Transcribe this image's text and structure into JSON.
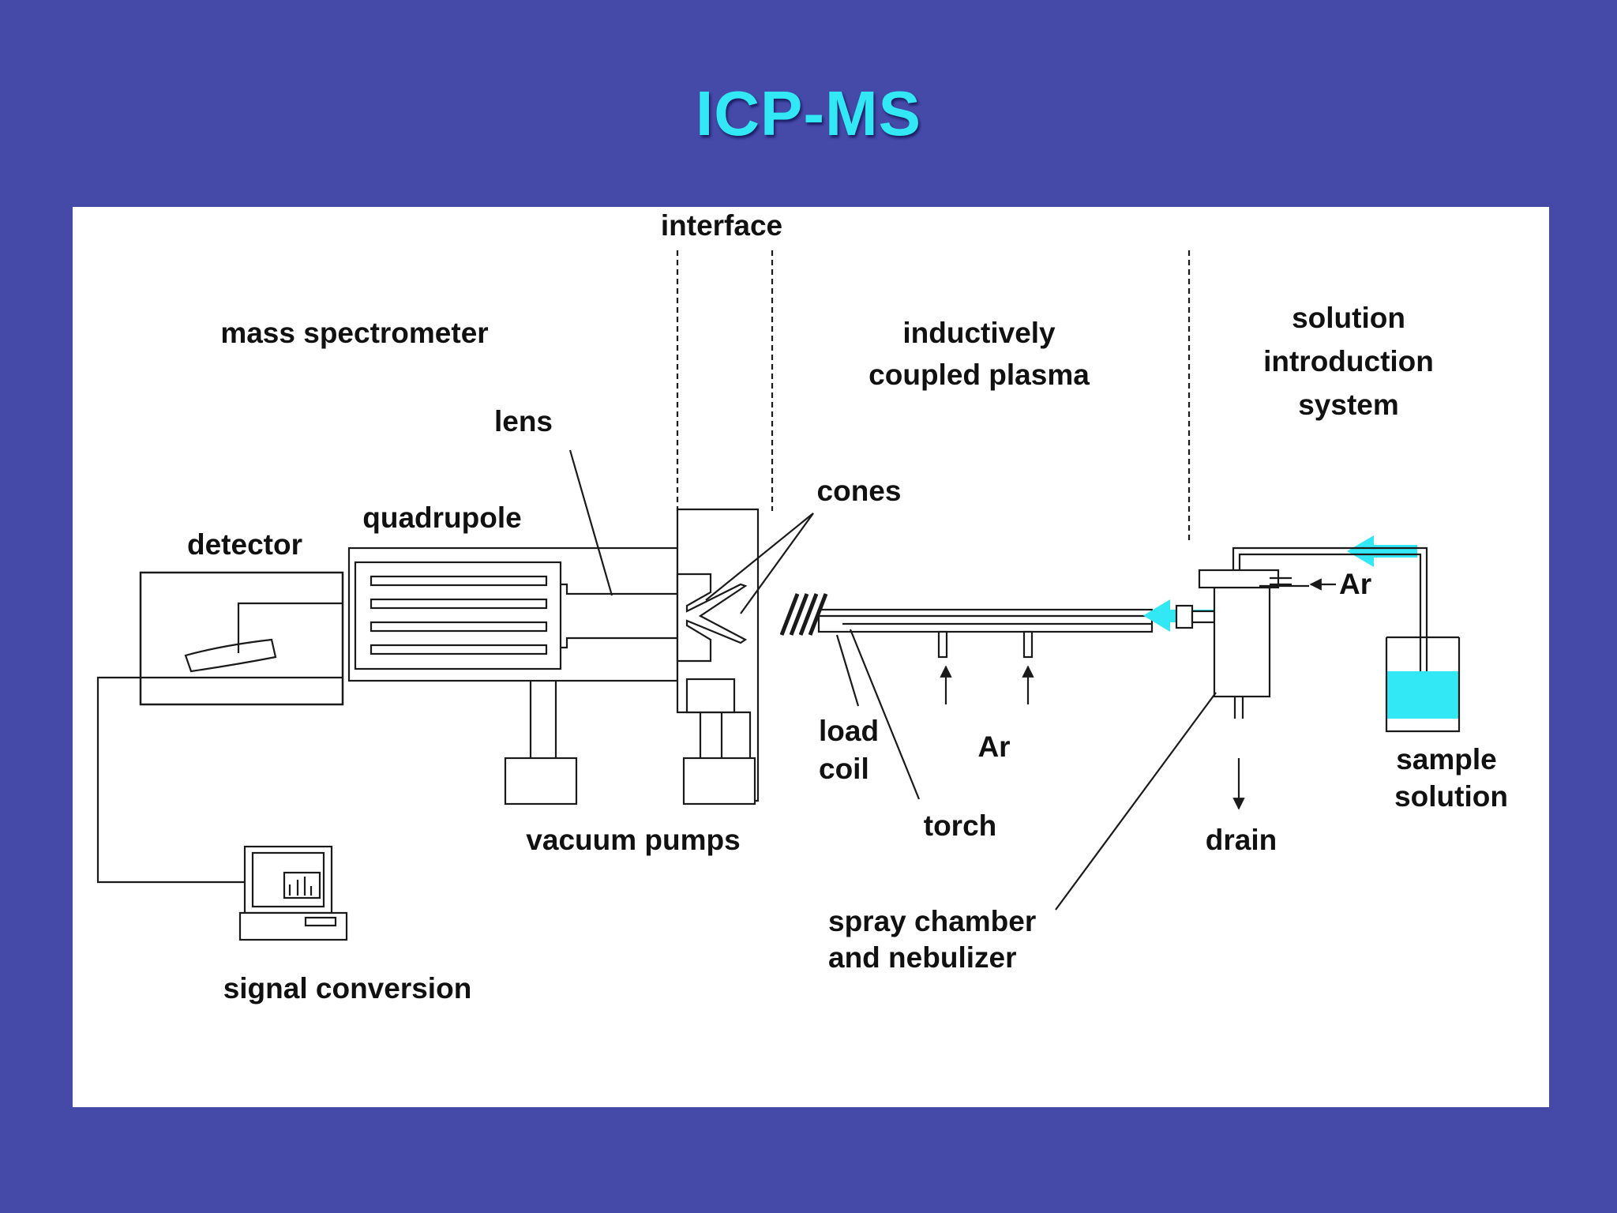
{
  "title": "ICP-MS",
  "colors": {
    "background": "#4549a8",
    "title": "#33e8f5",
    "accent": "#33e8f5",
    "panel": "#ffffff"
  },
  "labels": {
    "interface": "interface",
    "mass_spectrometer": "mass spectrometer",
    "icp_line1": "inductively",
    "icp_line2": "coupled plasma",
    "sis_line1": "solution",
    "sis_line2": "introduction",
    "sis_line3": "system",
    "lens": "lens",
    "cones": "cones",
    "quadrupole": "quadrupole",
    "detector": "detector",
    "ar_top": "Ar",
    "ar_bottom": "Ar",
    "load_line1": "load",
    "load_line2": "coil",
    "sample_line1": "sample",
    "sample_line2": "solution",
    "torch": "torch",
    "drain": "drain",
    "vacuum_pumps": "vacuum pumps",
    "spray_line1": "spray chamber",
    "spray_line2": "and nebulizer",
    "signal_conversion": "signal conversion"
  }
}
